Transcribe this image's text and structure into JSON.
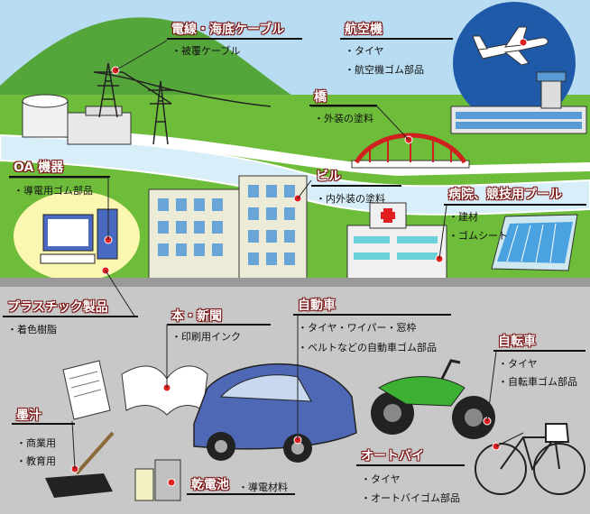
{
  "categories": {
    "cable": {
      "title": "電線・海底ケーブル",
      "items": [
        "被覆ケーブル"
      ]
    },
    "aircraft": {
      "title": "航空機",
      "items": [
        "タイヤ",
        "航空機ゴム部品"
      ]
    },
    "bridge": {
      "title": "橋",
      "items": [
        "外装の塗料"
      ]
    },
    "oa": {
      "title": "OA 機器",
      "items": [
        "導電用ゴム部品"
      ]
    },
    "building": {
      "title": "ビル",
      "items": [
        "内外装の塗料"
      ]
    },
    "hospital": {
      "title": "病院、競技用プール",
      "items": [
        "建材",
        "ゴムシート"
      ]
    },
    "plastic": {
      "title": "プラスチック製品",
      "items": [
        "着色樹脂"
      ]
    },
    "book": {
      "title": "本・新聞",
      "items": [
        "印刷用インク"
      ]
    },
    "car": {
      "title": "自動車",
      "items": [
        "タイヤ・ワイパー・窓枠",
        "ベルトなどの自動車ゴム部品"
      ]
    },
    "bicycle": {
      "title": "自転車",
      "items": [
        "タイヤ",
        "自転車ゴム部品"
      ]
    },
    "ink": {
      "title": "墨汁",
      "items": [
        "商業用",
        "教育用"
      ]
    },
    "battery": {
      "title": "乾電池",
      "items": [
        "導電材料"
      ]
    },
    "motorcycle": {
      "title": "オートバイ",
      "items": [
        "タイヤ",
        "オートバイゴム部品"
      ]
    }
  },
  "colors": {
    "sky": "#b8ddf2",
    "mountain": "#55a63a",
    "ground": "#c8c8c8",
    "river": "#d8eef8",
    "accent": "#e02020"
  }
}
